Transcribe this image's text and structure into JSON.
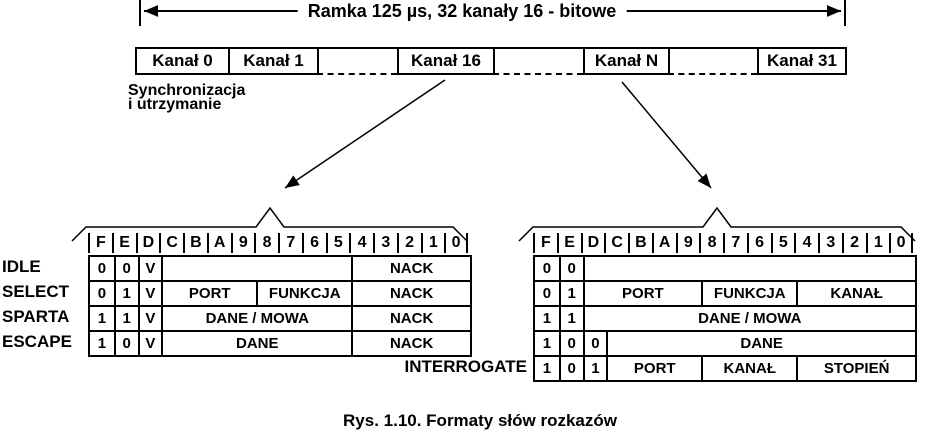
{
  "colors": {
    "ink": "#000000",
    "paper": "#ffffff"
  },
  "header": {
    "frame_label": "Ramka 125 µs, 32 kanały 16 - bitowe",
    "sync_line1": "Synchronizacja",
    "sync_line2": "i utrzymanie"
  },
  "channel_row": {
    "cells": [
      {
        "label": "Kanał 0",
        "dashed": false
      },
      {
        "label": "Kanał 1",
        "dashed": false
      },
      {
        "label": "",
        "dashed": true
      },
      {
        "label": "Kanał 16",
        "dashed": false
      },
      {
        "label": "",
        "dashed": true
      },
      {
        "label": "Kanał N",
        "dashed": false
      },
      {
        "label": "",
        "dashed": true
      },
      {
        "label": "Kanał 31",
        "dashed": false
      }
    ]
  },
  "bit_header": [
    "F",
    "E",
    "D",
    "C",
    "B",
    "A",
    "9",
    "8",
    "7",
    "6",
    "5",
    "4",
    "3",
    "2",
    "1",
    "0"
  ],
  "left_table": {
    "rows": [
      {
        "label": "IDLE",
        "cells": [
          {
            "text": "0",
            "span": 1
          },
          {
            "text": "0",
            "span": 1
          },
          {
            "text": "V",
            "span": 1
          },
          {
            "text": "",
            "span": 8
          },
          {
            "text": "NACK",
            "span": 5
          }
        ]
      },
      {
        "label": "SELECT",
        "cells": [
          {
            "text": "0",
            "span": 1
          },
          {
            "text": "1",
            "span": 1
          },
          {
            "text": "V",
            "span": 1
          },
          {
            "text": "PORT",
            "span": 4
          },
          {
            "text": "FUNKCJA",
            "span": 4
          },
          {
            "text": "NACK",
            "span": 5
          }
        ]
      },
      {
        "label": "SPARTA",
        "cells": [
          {
            "text": "1",
            "span": 1
          },
          {
            "text": "1",
            "span": 1
          },
          {
            "text": "V",
            "span": 1
          },
          {
            "text": "DANE / MOWA",
            "span": 8
          },
          {
            "text": "NACK",
            "span": 5
          }
        ]
      },
      {
        "label": "ESCAPE",
        "cells": [
          {
            "text": "1",
            "span": 1
          },
          {
            "text": "0",
            "span": 1
          },
          {
            "text": "V",
            "span": 1
          },
          {
            "text": "DANE",
            "span": 8
          },
          {
            "text": "NACK",
            "span": 5
          }
        ]
      }
    ]
  },
  "right_table": {
    "rows": [
      {
        "label": "",
        "cells": [
          {
            "text": "0",
            "span": 1
          },
          {
            "text": "0",
            "span": 1
          },
          {
            "text": "",
            "span": 14
          }
        ]
      },
      {
        "label": "",
        "cells": [
          {
            "text": "0",
            "span": 1
          },
          {
            "text": "1",
            "span": 1
          },
          {
            "text": "PORT",
            "span": 5
          },
          {
            "text": "FUNKCJA",
            "span": 4
          },
          {
            "text": "KANAŁ",
            "span": 5
          }
        ]
      },
      {
        "label": "",
        "cells": [
          {
            "text": "1",
            "span": 1
          },
          {
            "text": "1",
            "span": 1
          },
          {
            "text": "DANE / MOWA",
            "span": 14
          }
        ]
      },
      {
        "label": "",
        "cells": [
          {
            "text": "1",
            "span": 1
          },
          {
            "text": "0",
            "span": 1
          },
          {
            "text": "0",
            "span": 1
          },
          {
            "text": "DANE",
            "span": 13
          }
        ]
      },
      {
        "label": "INTERROGATE",
        "cells": [
          {
            "text": "1",
            "span": 1
          },
          {
            "text": "0",
            "span": 1
          },
          {
            "text": "1",
            "span": 1
          },
          {
            "text": "PORT",
            "span": 4
          },
          {
            "text": "KANAŁ",
            "span": 4
          },
          {
            "text": "STOPIEŃ",
            "span": 5
          }
        ]
      }
    ]
  },
  "caption": "Rys. 1.10. Formaty słów rozkazów"
}
